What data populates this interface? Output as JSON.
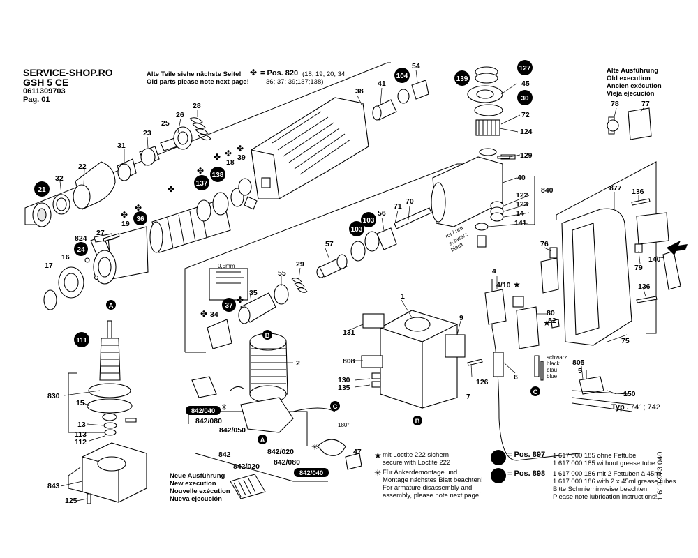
{
  "header": {
    "shop": "SERVICE-SHOP.RO",
    "model": "GSH 5 CE",
    "part_number": "0611309703",
    "page": "Pag. 01"
  },
  "notes": {
    "old_parts_de": "Alte Teile siehe nächste Seite!",
    "old_parts_en": "Old parts please note next page!",
    "pos820_label": "= Pos. 820",
    "pos820_list_1": "(18; 19; 20; 34;",
    "pos820_list_2": "36; 37; 39;137;138)",
    "old_exec": [
      "Alte Ausführung",
      "Old execution",
      "Ancien exécution",
      "Vieja ejecución"
    ],
    "new_exec": [
      "Neue Ausführung",
      "New execution",
      "Nouvelle exécution",
      "Nueva ejecución"
    ],
    "loctite": [
      "mit Loctite 222 sichern",
      "secure with Loctite 222"
    ],
    "armature": [
      "Für Ankerdemontage und",
      "Montage nächstes Blatt beachten!",
      "For armature disassembly and",
      "assembly, please note next page!"
    ],
    "pos897_label": "= Pos. 897",
    "pos897_lines": [
      "1 617 000 185 ohne Fettube",
      "1 617 000 185 without grease tube"
    ],
    "pos898_label": "= Pos. 898",
    "pos898_lines": [
      "1 617 000 186 mit 2 Fettuben à 45ml",
      "1 617 000 186 with 2 x 45ml grease tubes",
      "Bitte Schmierhinweise beachten!",
      "Please note lubrication instructions!"
    ],
    "vertical_code": "1 619 973 040",
    "type_label": "Typ .",
    "type_values": "741; 742",
    "gap": "0,5mm",
    "angle": "180°",
    "wires_left": [
      "rot / red",
      "schwarz",
      "black"
    ],
    "wires_right": [
      "schwarz",
      "black",
      "blau",
      "blue"
    ]
  },
  "symbols": {
    "star": "★",
    "clover": "✤",
    "asterisk": "✳"
  },
  "labels": {
    "l38": "38",
    "l41": "41",
    "l54": "54",
    "l28": "28",
    "l26": "26",
    "l25": "25",
    "l23": "23",
    "l31": "31",
    "l22": "22",
    "l32": "32",
    "l18": "18",
    "l39": "39",
    "l45": "45",
    "l72": "72",
    "l124": "124",
    "l129": "129",
    "l40": "40",
    "l840": "840",
    "l122": "122",
    "l123": "123",
    "l14": "14",
    "l141": "141",
    "l70": "70",
    "l71": "71",
    "l56": "56",
    "l57": "57",
    "l19": "19",
    "l824": "824",
    "l27": "27",
    "l17": "17",
    "l16": "16",
    "l55": "55",
    "l29": "29",
    "l35": "35",
    "l34": "34",
    "l1": "1",
    "l9": "9",
    "l131": "131",
    "l808": "808",
    "l130": "130",
    "l135": "135",
    "l126": "126",
    "l7": "7",
    "l6": "6",
    "l2": "2",
    "l830": "830",
    "l15": "15",
    "l13": "13",
    "l113": "113",
    "l112": "112",
    "l843": "843",
    "l125": "125",
    "l842": "842",
    "l842_080": "842/080",
    "l842_050": "842/050",
    "l842_020": "842/020",
    "l842_080b": "842/080",
    "l842_020b": "842/020",
    "l47": "47",
    "l78": "78",
    "l77": "77",
    "l877": "877",
    "l136": "136",
    "l136b": "136",
    "l76": "76",
    "l79": "79",
    "l140": "140",
    "l75": "75",
    "l80": "80",
    "l82": "82",
    "l4": "4",
    "l4_10": "4/10",
    "l805": "805",
    "l5": "5",
    "l150": "150"
  },
  "circles": {
    "c21": "21",
    "c24": "24",
    "c36": "36",
    "c137": "137",
    "c138": "138",
    "c104": "104",
    "c139": "139",
    "c127": "127",
    "c30": "30",
    "c103": "103",
    "c103b": "103",
    "c37": "37",
    "c111": "111"
  },
  "boxes": {
    "b842_040": "842/040",
    "b842_040b": "842/040"
  },
  "letters": {
    "A1": "A",
    "A2": "A",
    "B1": "B",
    "B2": "B",
    "C1": "C",
    "C2": "C"
  }
}
